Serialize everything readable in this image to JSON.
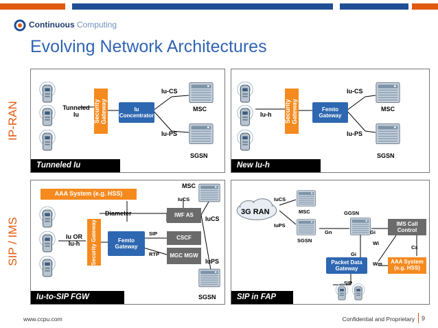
{
  "slide": {
    "title": "Evolving Network Architectures",
    "logo": {
      "brand_bold": "Continuous",
      "brand_light": "Computing"
    },
    "side_labels": {
      "top": "IP-RAN",
      "bottom": "SIP / IMS"
    },
    "footer": {
      "url": "www.ccpu.com",
      "notice": "Confidential and Proprietary",
      "page": "9"
    },
    "colors": {
      "accent_orange": "#e05a10",
      "title_blue": "#2f63b3",
      "node_orange": "#f58a1f",
      "node_blue": "#2e67b1",
      "node_gray": "#6b6b6b"
    }
  },
  "panels": {
    "tunneled": {
      "label": "Tunneled Iu",
      "tunnel_text": "Tunneled Iu",
      "security_gateway": "Security Gateway",
      "concentrator": "Iu Concentrator",
      "iu_cs": "Iu-CS",
      "iu_ps": "Iu-PS",
      "msc": "MSC",
      "sgsn": "SGSN"
    },
    "new_iuh": {
      "label": "New Iu-h",
      "iuh": "Iu-h",
      "security_gateway": "Security Gateway",
      "femto_gateway": "Femto Gateway",
      "iu_cs": "Iu-CS",
      "iu_ps": "Iu-PS",
      "msc": "MSC",
      "sgsn": "SGSN"
    },
    "iu_to_sip": {
      "label": "Iu-to-SIP FGW",
      "aaa": "AAA System (e.g. HSS)",
      "diameter": "Diameter",
      "iu_or_iuh": "Iu OR Iu-h",
      "security_gateway": "Security Gateway",
      "femto_gateway": "Femto Gateway",
      "sip": "SIP",
      "rtp": "RTP",
      "iwf_as": "IWF AS",
      "cscf": "CSCF",
      "mgc_mgw": "MGC MGW",
      "msc": "MSC",
      "iucs_small": "IuCS",
      "iucs": "IuCS",
      "iups": "IuPS",
      "sgsn": "SGSN"
    },
    "sip_in_fap": {
      "label": "SIP in FAP",
      "ran": "3G RAN",
      "iucs": "IuCS",
      "iups": "IuPS",
      "msc": "MSC",
      "sgsn": "SGSN",
      "ggsn": "GGSN",
      "gn": "Gn",
      "gi_top": "Gi",
      "gi_mid": "Gi",
      "wi": "Wi",
      "cx": "Cx",
      "wm": "Wm",
      "sip": "SIP",
      "ims_call_control": "IMS Call Control",
      "packet_data_gateway": "Packet Data Gateway",
      "aaa": "AAA System (e.g. HSS)"
    }
  }
}
